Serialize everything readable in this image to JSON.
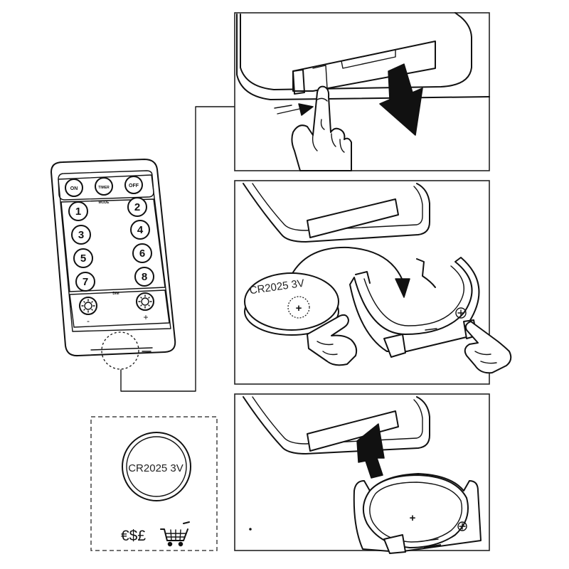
{
  "remote": {
    "buttons": {
      "on": "ON",
      "timer": "TIMER",
      "off": "OFF"
    },
    "section_mode": "MODE",
    "section_dim": "DIM",
    "numbers": [
      "1",
      "2",
      "3",
      "4",
      "5",
      "6",
      "7",
      "8"
    ],
    "minus": "-",
    "plus": "+"
  },
  "battery_labels": {
    "step2_coin": "CR2025 3V",
    "step2_coin_polarity": "+",
    "step3_polarity": "+",
    "legend_coin": "CR2025 3V"
  },
  "legend": {
    "currencies": "€$£",
    "icons": [
      "shopping-cart-icon"
    ]
  },
  "steps": [
    {
      "name": "step-1-release-tray",
      "icons": [
        "pointing-hand-icon",
        "down-arrow-icon"
      ]
    },
    {
      "name": "step-2-replace-battery",
      "icons": [
        "rotate-arrow-icon",
        "pointing-hand-icon"
      ]
    },
    {
      "name": "step-3-insert-tray",
      "icons": [
        "up-arrow-icon"
      ]
    }
  ]
}
